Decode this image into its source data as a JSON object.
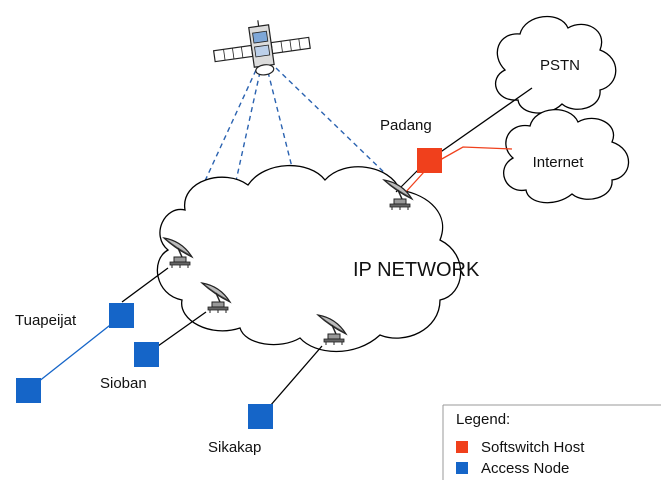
{
  "network": {
    "core_label": "IP NETWORK",
    "clouds": [
      {
        "id": "pstn",
        "label": "PSTN"
      },
      {
        "id": "internet",
        "label": "Internet"
      }
    ]
  },
  "sites": {
    "hub": "Padang",
    "nodes": [
      "Tuapeijat",
      "Sioban",
      "Sikakap"
    ]
  },
  "legend": {
    "title": "Legend:",
    "items": [
      {
        "label": "Softswitch Host",
        "color": "#f0401c"
      },
      {
        "label": "Access Node",
        "color": "#1565c8"
      }
    ]
  },
  "colors": {
    "satellite_link": "#2a62b0",
    "softswitch": "#f0401c",
    "access_node": "#1565c8",
    "line": "#000000"
  },
  "icons": {
    "satellite": "satellite-icon",
    "dish": "dish-icon"
  }
}
